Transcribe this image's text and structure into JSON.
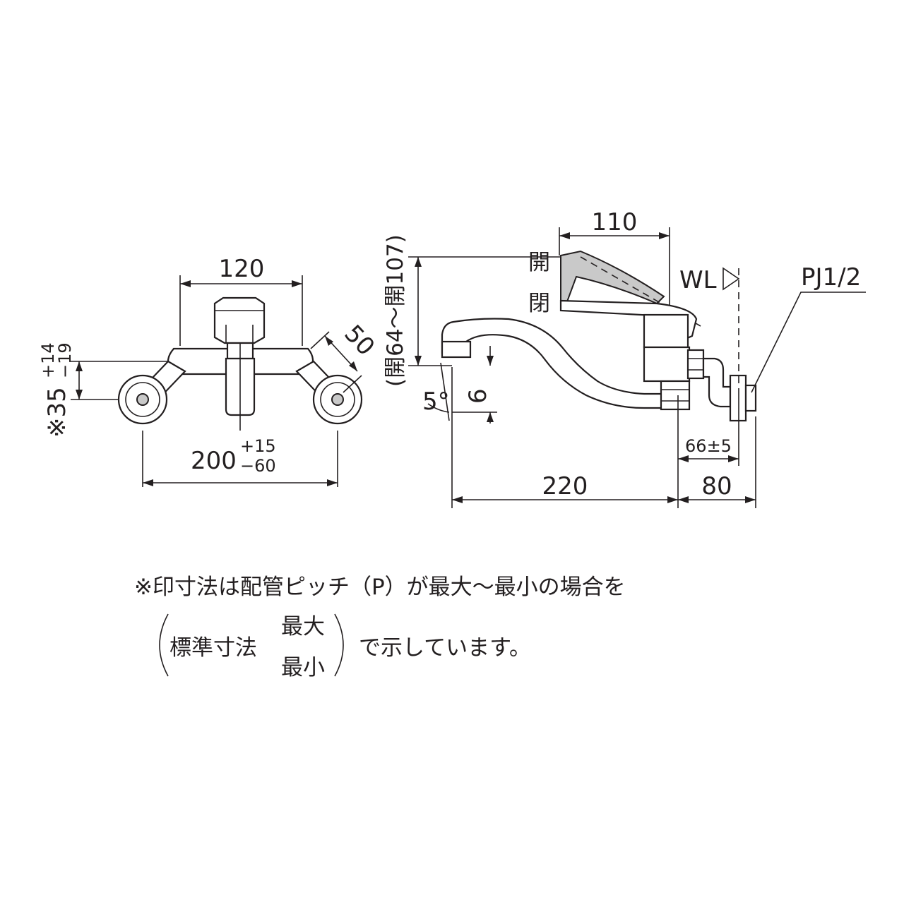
{
  "front_view": {
    "dim_top": "120",
    "dim_side_prefix": "※35",
    "dim_side_plus": "+14",
    "dim_side_minus": "−19",
    "dim_angle": "50",
    "dim_bottom": "200",
    "dim_bottom_plus": "+15",
    "dim_bottom_minus": "−60"
  },
  "side_view": {
    "dim_lever": "110",
    "label_open_top": "開",
    "label_open_mid": "閉",
    "dim_height": "(開64〜開107)",
    "label_wl": "WL",
    "label_pj": "PJ1/2",
    "dim_angle": "5°",
    "dim_drop": "6",
    "dim_pitch": "66±5",
    "dim_reach": "220",
    "dim_wall": "80"
  },
  "note": {
    "line1": "※印寸法は配管ピッチ（P）が最大〜最小の場合を",
    "std": "標準寸法",
    "max": "最大",
    "min": "最小",
    "line2_tail": "で示しています。"
  }
}
